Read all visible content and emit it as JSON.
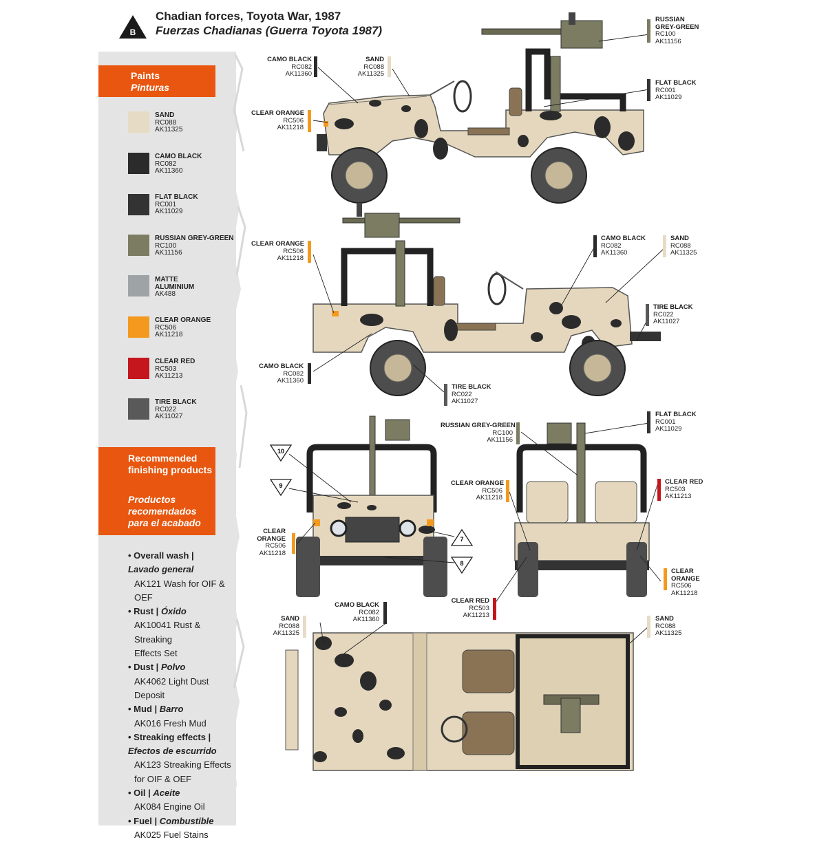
{
  "header": {
    "badge_letter": "B",
    "title": "Chadian forces, Toyota War, 1987",
    "subtitle": "Fuerzas Chadianas (Guerra Toyota 1987)"
  },
  "paints": {
    "title": "Paints",
    "title_es": "Pinturas",
    "items": [
      {
        "name": "SAND",
        "code1": "RC088",
        "code2": "AK11325",
        "color": "#e6dbc5"
      },
      {
        "name": "CAMO BLACK",
        "code1": "RC082",
        "code2": "AK11360",
        "color": "#2b2b2b"
      },
      {
        "name": "FLAT BLACK",
        "code1": "RC001",
        "code2": "AK11029",
        "color": "#333333"
      },
      {
        "name": "RUSSIAN GREY-GREEN",
        "code1": "RC100",
        "code2": "AK11156",
        "color": "#7b7c62"
      },
      {
        "name": "MATTE ALUMINIUM",
        "code1": "AK488",
        "code2": "",
        "color": "#9ea3a6"
      },
      {
        "name": "CLEAR ORANGE",
        "code1": "RC506",
        "code2": "AK11218",
        "color": "#f39a1e"
      },
      {
        "name": "CLEAR RED",
        "code1": "RC503",
        "code2": "AK11213",
        "color": "#c4161c"
      },
      {
        "name": "TIRE BLACK",
        "code1": "RC022",
        "code2": "AK11027",
        "color": "#595959"
      }
    ]
  },
  "finishing": {
    "title": "Recommended finishing products",
    "title_es": "Productos recomendados para el acabado",
    "items": [
      {
        "head": "Overall wash |",
        "head_es": "Lavado general",
        "lines": [
          "AK121 Wash for OIF & OEF"
        ]
      },
      {
        "head": "Rust |",
        "head_es": "Óxido",
        "lines": [
          "AK10041 Rust & Streaking",
          "Effects Set"
        ]
      },
      {
        "head": "Dust |",
        "head_es": "Polvo",
        "lines": [
          "AK4062 Light Dust Deposit"
        ]
      },
      {
        "head": "Mud |",
        "head_es": "Barro",
        "lines": [
          "AK016 Fresh Mud"
        ]
      },
      {
        "head": "Streaking effects |",
        "head_es": "Efectos de escurrido",
        "lines": [
          "AK123 Streaking Effects",
          "for OIF & OEF"
        ]
      },
      {
        "head": "Oil |",
        "head_es": "Aceite",
        "lines": [
          "AK084 Engine Oil"
        ]
      },
      {
        "head": "Fuel |",
        "head_es": "Combustible",
        "lines": [
          "AK025 Fuel Stains"
        ]
      }
    ]
  },
  "callouts": {
    "c1": {
      "name": "CAMO BLACK",
      "code1": "RC082",
      "code2": "AK11360",
      "color": "#2b2b2b"
    },
    "c2": {
      "name": "SAND",
      "code1": "RC088",
      "code2": "AK11325",
      "color": "#e6dbc5"
    },
    "c3": {
      "name": "RUSSIAN GREY-GREEN",
      "code1": "RC100",
      "code2": "AK11156",
      "color": "#7b7c62"
    },
    "c4": {
      "name": "FLAT BLACK",
      "code1": "RC001",
      "code2": "AK11029",
      "color": "#333333"
    },
    "c5": {
      "name": "CLEAR ORANGE",
      "code1": "RC506",
      "code2": "AK11218",
      "color": "#f39a1e"
    },
    "c6": {
      "name": "CLEAR ORANGE",
      "code1": "RC506",
      "code2": "AK11218",
      "color": "#f39a1e"
    },
    "c7": {
      "name": "CAMO BLACK",
      "code1": "RC082",
      "code2": "AK11360",
      "color": "#2b2b2b"
    },
    "c8": {
      "name": "SAND",
      "code1": "RC088",
      "code2": "AK11325",
      "color": "#e6dbc5"
    },
    "c9": {
      "name": "TIRE BLACK",
      "code1": "RC022",
      "code2": "AK11027",
      "color": "#595959"
    },
    "c10": {
      "name": "CAMO BLACK",
      "code1": "RC082",
      "code2": "AK11360",
      "color": "#2b2b2b"
    },
    "c11": {
      "name": "TIRE BLACK",
      "code1": "RC022",
      "code2": "AK11027",
      "color": "#595959"
    },
    "c12": {
      "name": "RUSSIAN GREY-GREEN",
      "code1": "RC100",
      "code2": "AK11156",
      "color": "#7b7c62"
    },
    "c13": {
      "name": "FLAT BLACK",
      "code1": "RC001",
      "code2": "AK11029",
      "color": "#333333"
    },
    "c14": {
      "name": "CLEAR ORANGE",
      "code1": "RC506",
      "code2": "AK11218",
      "color": "#f39a1e"
    },
    "c15": {
      "name": "CLEAR RED",
      "code1": "RC503",
      "code2": "AK11213",
      "color": "#c4161c"
    },
    "c16": {
      "name": "CLEAR",
      "name2": "ORANGE",
      "code1": "RC506",
      "code2": "AK11218",
      "color": "#f39a1e"
    },
    "c17": {
      "name": "CLEAR",
      "name2": "ORANGE",
      "code1": "RC506",
      "code2": "AK11218",
      "color": "#f39a1e"
    },
    "c18": {
      "name": "CLEAR RED",
      "code1": "RC503",
      "code2": "AK11213",
      "color": "#c4161c"
    },
    "c19": {
      "name": "CAMO BLACK",
      "code1": "RC082",
      "code2": "AK11360",
      "color": "#2b2b2b"
    },
    "c20": {
      "name": "SAND",
      "code1": "RC088",
      "code2": "AK11325",
      "color": "#e6dbc5"
    },
    "c21": {
      "name": "SAND",
      "code1": "RC088",
      "code2": "AK11325",
      "color": "#e6dbc5"
    }
  },
  "markers": [
    "10",
    "9",
    "7",
    "8"
  ]
}
